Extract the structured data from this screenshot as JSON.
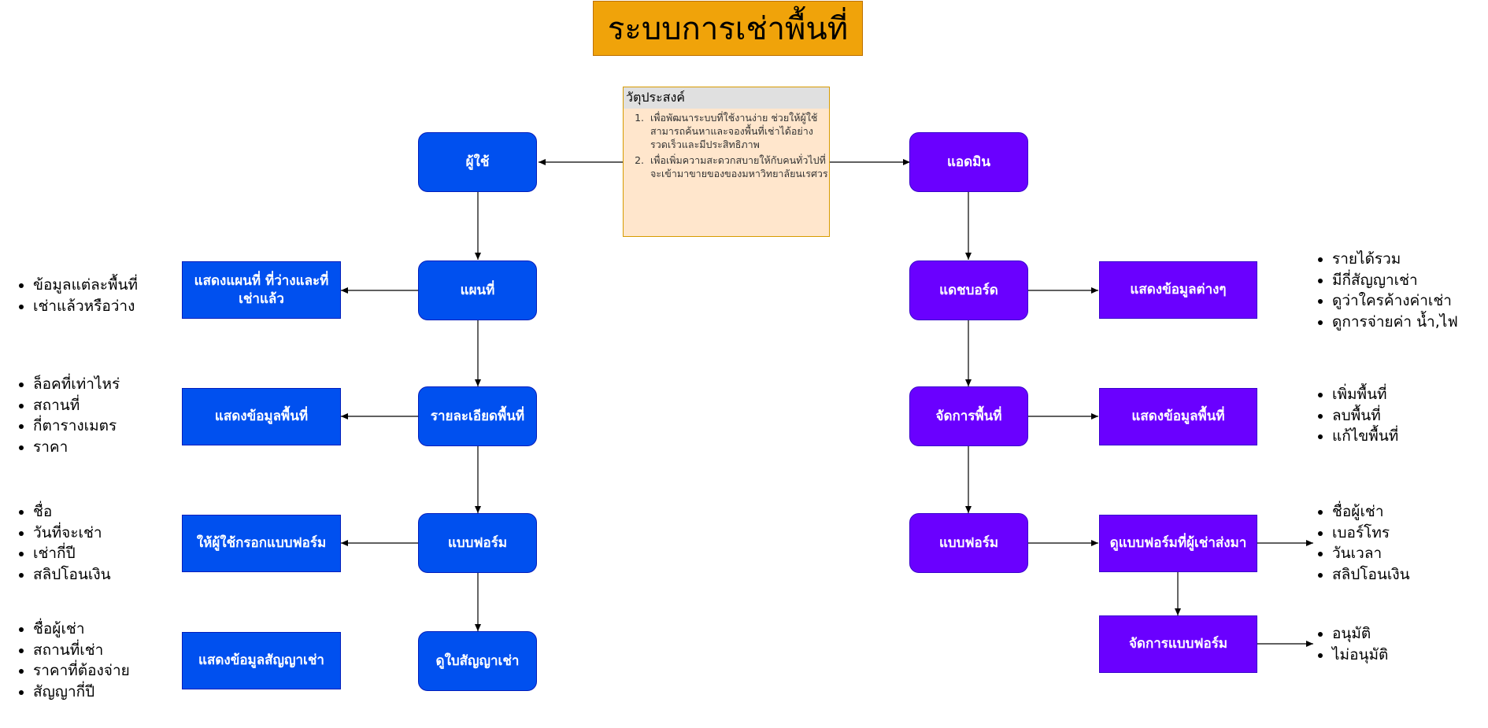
{
  "title": "ระบบการเช่าพื้นที่",
  "objective": {
    "heading": "วัตุประสงค์",
    "items": [
      "เพื่อพัฒนาระบบที่ใช้งานง่าย ช่วยให้ผู้ใช้สามารถค้นหาและจองพื้นที่เช่าได้อย่างรวดเร็วและมีประสิทธิภาพ",
      "เพื่อเพิ่มความสะดวกสบายให้กับคนทั่วไปที่จะเข้ามาขายของของมหาวิทยาลัยนเรศวร"
    ]
  },
  "user_flow": {
    "root": "ผู้ใช้",
    "steps": [
      "แผนที่",
      "รายละเอียดพื้นที่",
      "แบบฟอร์ม",
      "ดูใบสัญญาเช่า"
    ],
    "outputs": [
      "แสดงแผนที่ ที่ว่างและที่เช่าแล้ว",
      "แสดงข้อมูลพื้นที่",
      "ให้ผู้ใช้กรอกแบบฟอร์ม",
      "แสดงข้อมูลสัญญาเช่า"
    ],
    "details": [
      [
        "ข้อมูลแต่ละพื้นที่",
        "เช่าแล้วหรือว่าง"
      ],
      [
        "ล็อคที่เท่าไหร่",
        "สถานที่",
        "กี่ตารางเมตร",
        "ราคา"
      ],
      [
        "ชื่อ",
        "วันที่จะเช่า",
        "เช่ากี่ปี",
        "สลิปโอนเงิน"
      ],
      [
        "ชื่อผู้เช่า",
        "สถานที่เช่า",
        "ราคาที่ต้องจ่าย",
        "สัญญากี่ปี"
      ]
    ]
  },
  "admin_flow": {
    "root": "แอดมิน",
    "steps": [
      "แดชบอร์ด",
      "จัดการพื้นที่",
      "แบบฟอร์ม"
    ],
    "outputs": [
      "แสดงข้อมูลต่างๆ",
      "แสดงข้อมูลพื้นที่",
      "ดูแบบฟอร์มที่ผู้เช่าส่งมา"
    ],
    "manage_form": "จัดการแบบฟอร์ม",
    "details": [
      [
        "รายได้รวม",
        "มีกี่สัญญาเช่า",
        "ดูว่าใครค้างค่าเช่า",
        "ดูการจ่ายค่า น้ำ,ไฟ"
      ],
      [
        "เพิ่มพื้นที่",
        "ลบพื้นที่",
        "แก้ไขพื้นที่"
      ],
      [
        "ชื่อผู้เช่า",
        "เบอร์โทร",
        "วันเวลา",
        "สลิปโอนเงิน"
      ],
      [
        "อนุมัติ",
        "ไม่อนุมัติ"
      ]
    ]
  },
  "colors": {
    "title_bg": "#f0a30a",
    "user_blue": "#0050ef",
    "admin_purple": "#6a00ff",
    "note_bg": "#ffe6cc",
    "note_head_bg": "#e0e0e0"
  }
}
